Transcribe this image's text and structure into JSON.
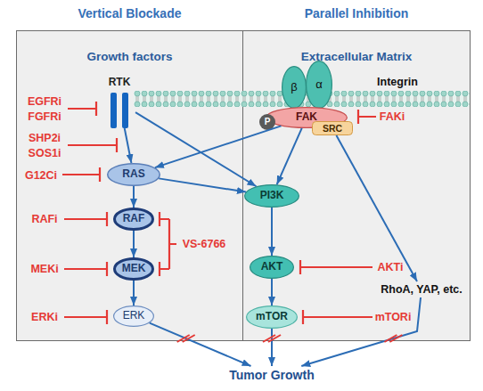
{
  "diagram": {
    "nodes": [
      {
        "text": [
          "Vertical Blockade",
          "Growth factors"
        ]
      },
      {
        "text": [
          "RTK"
        ],
        "in": 0
      },
      {
        "text": [
          "RAS"
        ],
        "in": 0
      },
      {
        "text": [
          "RAF"
        ],
        "in": 0
      },
      {
        "text": [
          "MEK"
        ],
        "in": 0
      },
      {
        "text": [
          "ERK"
        ],
        "in": 0
      },
      {
        "text": [
          "Parallel Inhibition",
          "Extracellular Matrix"
        ]
      },
      {
        "text": [
          "β"
        ],
        "in": 6
      },
      {
        "text": [
          "α"
        ],
        "in": 6
      },
      {
        "text": [
          "P"
        ],
        "in": 6
      },
      {
        "text": [
          "FAK"
        ],
        "in": 6
      },
      {
        "text": [
          "SRC"
        ],
        "in": 6
      },
      {
        "text": [
          "PI3K"
        ],
        "in": 6
      },
      {
        "text": [
          "AKT"
        ],
        "in": 6
      },
      {
        "text": [
          "mTOR"
        ],
        "in": 6
      },
      {
        "text": [
          "RhoA, YAP, etc."
        ],
        "in": 6
      },
      {
        "text": [
          "Tumor Growth"
        ]
      }
    ],
    "edges": [
      {
        "from": 1,
        "to": 2,
        "arrow": "to"
      },
      {
        "from": 1,
        "to": 12,
        "arrow": "to"
      },
      {
        "from": 10,
        "to": 2,
        "arrow": "to"
      },
      {
        "from": 2,
        "to": 12,
        "arrow": "to"
      },
      {
        "from": 2,
        "to": 3,
        "arrow": "to"
      },
      {
        "from": 3,
        "to": 4,
        "arrow": "to"
      },
      {
        "from": 4,
        "to": 5,
        "arrow": "to"
      },
      {
        "from": 10,
        "to": 12,
        "arrow": "to"
      },
      {
        "from": 12,
        "to": 13,
        "arrow": "to"
      },
      {
        "from": 13,
        "to": 14,
        "arrow": "to"
      },
      {
        "from": 11,
        "to": 15,
        "arrow": "to"
      },
      {
        "from": 5,
        "to": 16,
        "arrow": "to"
      },
      {
        "from": 14,
        "to": 16,
        "arrow": "to"
      },
      {
        "from": 15,
        "to": 16,
        "arrow": "to"
      }
    ],
    "labels": [
      "Integrin",
      "EGFRi",
      "FGFRi",
      "SHP2i",
      "SOS1i",
      "G12Ci",
      "RAFi",
      "VS-6766",
      "MEKi",
      "ERKi",
      "FAKi",
      "AKTi",
      "mTORi"
    ]
  }
}
